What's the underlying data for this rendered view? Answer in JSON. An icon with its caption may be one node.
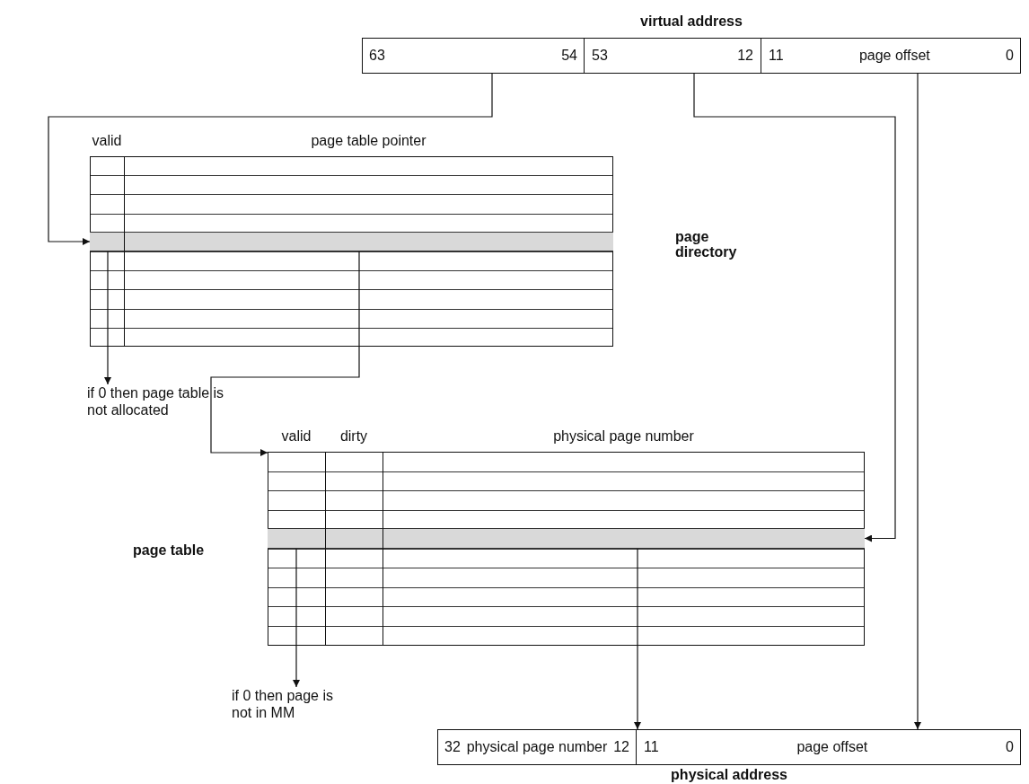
{
  "diagram": {
    "nodes": [
      {
        "text": [
          "virtual address"
        ]
      },
      {
        "text": [
          "63",
          "54"
        ],
        "in": 0
      },
      {
        "text": [
          "53",
          "12"
        ],
        "in": 0
      },
      {
        "text": [
          "11",
          "page offset",
          "0"
        ],
        "in": 0
      },
      {
        "text": [
          "valid",
          "page table pointer"
        ]
      },
      {
        "text": [],
        "shape": "bar",
        "in": 4
      },
      {
        "text": [
          "if 0 then page table is not allocated"
        ]
      },
      {
        "text": [
          "valid",
          "dirty",
          "physical page number"
        ]
      },
      {
        "text": [],
        "shape": "bar",
        "in": 7
      },
      {
        "text": [
          "if 0 then page is not in MM"
        ]
      },
      {
        "text": [
          "physical address"
        ]
      },
      {
        "text": [
          "32",
          "physical page number",
          "12"
        ],
        "in": 10
      },
      {
        "text": [
          "11",
          "page offset",
          "0"
        ],
        "in": 10
      }
    ],
    "edges": [
      {
        "from": 1,
        "to": 5,
        "arrow": "to"
      },
      {
        "from": 5,
        "to": 6,
        "arrow": "to"
      },
      {
        "from": 5,
        "to": 7,
        "arrow": "to"
      },
      {
        "from": 2,
        "to": 8,
        "arrow": "to"
      },
      {
        "from": 8,
        "to": 9,
        "arrow": "to"
      },
      {
        "from": 8,
        "to": 11,
        "arrow": "to"
      },
      {
        "from": 3,
        "to": 12,
        "arrow": "to"
      }
    ],
    "labels": [
      "page directory",
      "page table"
    ]
  }
}
